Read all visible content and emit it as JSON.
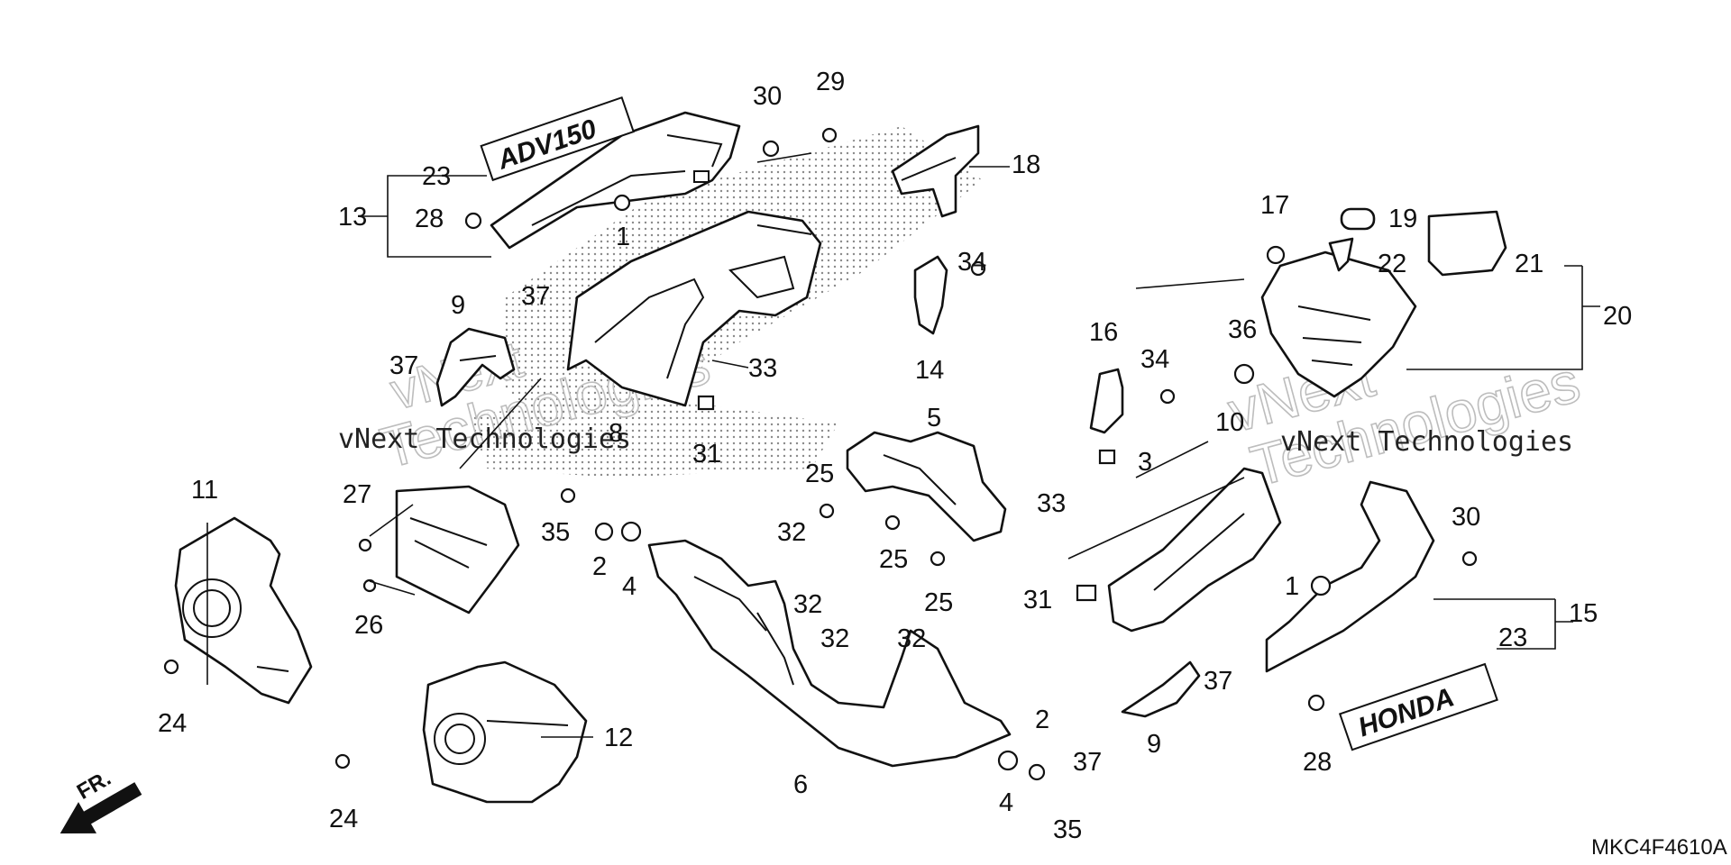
{
  "diagram": {
    "code": "MKC4F4610A",
    "front_mark": "FR.",
    "watermarks": {
      "brand": "vNext Technologies",
      "word1": "vNext",
      "word2": "Technologies"
    },
    "decals": {
      "left_upper": "ADV150",
      "right_lower": "HONDA"
    },
    "callouts": [
      "1",
      "2",
      "3",
      "4",
      "5",
      "6",
      "8",
      "9",
      "10",
      "11",
      "12",
      "13",
      "14",
      "15",
      "16",
      "17",
      "18",
      "19",
      "20",
      "21",
      "22",
      "23",
      "24",
      "25",
      "26",
      "27",
      "28",
      "29",
      "30",
      "31",
      "32",
      "33",
      "34",
      "35",
      "36",
      "37"
    ]
  }
}
